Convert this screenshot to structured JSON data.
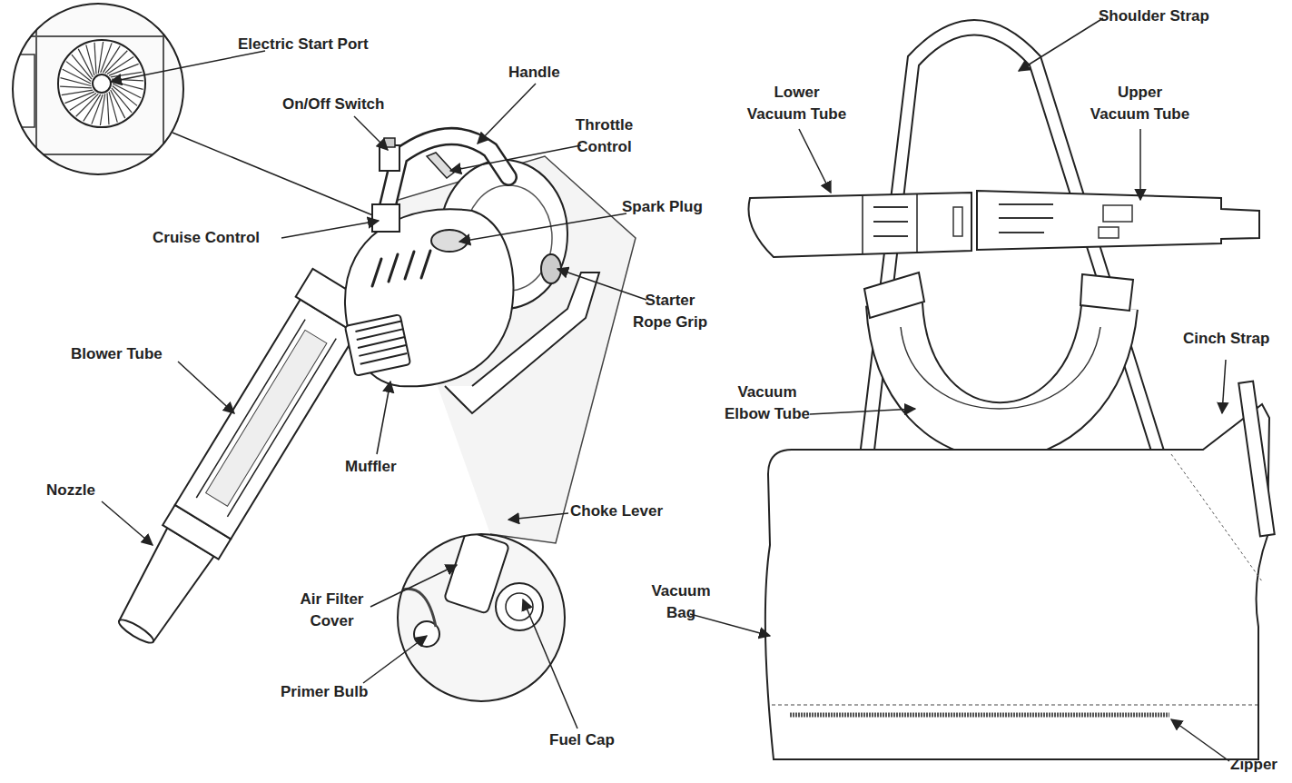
{
  "diagram": {
    "labels": [
      "Electric Start Port",
      "Handle",
      "On/Off Switch",
      "Throttle Control",
      "Cruise Control",
      "Spark Plug",
      "Starter Rope Grip",
      "Blower Tube",
      "Muffler",
      "Nozzle",
      "Choke Lever",
      "Air Filter Cover",
      "Primer Bulb",
      "Fuel Cap",
      "Shoulder Strap",
      "Lower Vacuum Tube",
      "Upper Vacuum Tube",
      "Cinch Strap",
      "Vacuum Elbow Tube",
      "Vacuum Bag",
      "Zipper"
    ]
  }
}
